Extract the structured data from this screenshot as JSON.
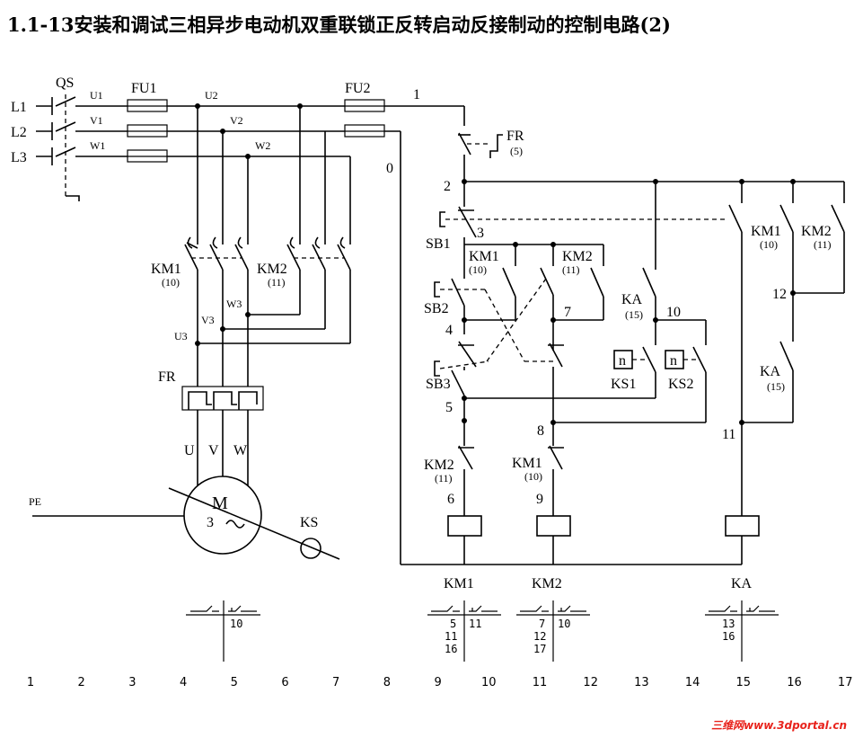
{
  "title": "1.1-13安装和调试三相异步电动机双重联锁正反转启动反接制动的控制电路(2)",
  "labels": {
    "qs": "QS",
    "l1": "L1",
    "l2": "L2",
    "l3": "L3",
    "u1": "U1",
    "v1": "V1",
    "w1": "W1",
    "fu1": "FU1",
    "fu2": "FU2",
    "u2": "U2",
    "v2": "V2",
    "w2": "W2",
    "km1_main": "KM1",
    "km1_main_ref": "(10)",
    "km2_main": "KM2",
    "km2_main_ref": "(11)",
    "w3": "W3",
    "v3": "V3",
    "u3": "U3",
    "fr": "FR",
    "u": "U",
    "v": "V",
    "w": "W",
    "motor_m": "M",
    "motor_3": "3",
    "pe": "PE",
    "ks": "KS",
    "n1": "1",
    "n0": "0",
    "fr_ctrl": "FR",
    "fr_ref": "(5)",
    "n2": "2",
    "n3": "3",
    "sb1": "SB1",
    "km1_c": "KM1",
    "km1_c_ref": "(10)",
    "km2_c": "KM2",
    "km2_c_ref": "(11)",
    "sb2": "SB2",
    "n4": "4",
    "n7": "7",
    "ka_c": "KA",
    "ka_c_ref": "(15)",
    "n10": "10",
    "ks1_box": "n",
    "ks2_box": "n",
    "ks1": "KS1",
    "ks2": "KS2",
    "sb3": "SB3",
    "n5": "5",
    "n8": "8",
    "km2_i": "KM2",
    "km2_i_ref": "(11)",
    "km1_i": "KM1",
    "km1_i_ref": "(10)",
    "n6": "6",
    "n9": "9",
    "km1_r": "KM1",
    "km1_r_ref": "(10)",
    "km2_r": "KM2",
    "km2_r_ref": "(11)",
    "n12": "12",
    "ka_r": "KA",
    "ka_r_ref": "(15)",
    "n11": "11",
    "coil_km1": "KM1",
    "coil_km2": "KM2",
    "coil_ka": "KA"
  },
  "xref": {
    "main": "10",
    "km1_left": [
      "5",
      "11",
      "16"
    ],
    "km1_right": "11",
    "km2_left": [
      "7",
      "12",
      "17"
    ],
    "km2_right": "10",
    "ka_left": [
      "13",
      "16"
    ]
  },
  "columns": [
    "1",
    "2",
    "3",
    "4",
    "5",
    "6",
    "7",
    "8",
    "9",
    "10",
    "11",
    "12",
    "13",
    "14",
    "15",
    "16",
    "17"
  ],
  "watermark": "三维网www.3dportal.cn",
  "colors": {
    "line": "#000000",
    "watermark": "#e8231c"
  }
}
